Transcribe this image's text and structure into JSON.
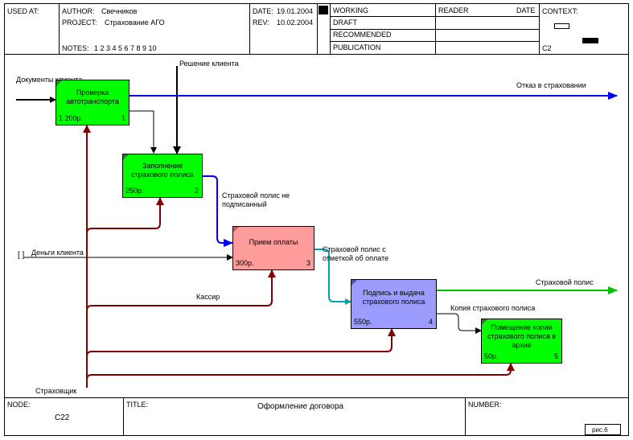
{
  "header": {
    "used_at_label": "USED AT:",
    "author_label": "AUTHOR:",
    "author": "Свечников",
    "project_label": "PROJECT:",
    "project": "Страхование АГО",
    "date_label": "DATE:",
    "date": "19.01.2004",
    "rev_label": "REV:",
    "rev": "10.02.2004",
    "notes_label": "NOTES:",
    "notes": "1  2  3  4  5  6  7  8  9  10",
    "status": [
      "WORKING",
      "DRAFT",
      "RECOMMENDED",
      "PUBLICATION"
    ],
    "reader_label": "READER",
    "reader_date_label": "DATE",
    "context_label": "CONTEXT:",
    "context_node": "C2"
  },
  "footer": {
    "node_label": "NODE:",
    "node": "C22",
    "title_label": "TITLE:",
    "title": "Оформление договора",
    "number_label": "NUMBER:",
    "figure": "рис.6"
  },
  "activities": [
    {
      "name": "Проверка автотранспорта",
      "cost": "1 200р.",
      "num": "1",
      "color": "#00ff00"
    },
    {
      "name": "Заполнение страхового полиса",
      "cost": "250р.",
      "num": "2",
      "color": "#00ff00"
    },
    {
      "name": "Прием оплаты",
      "cost": "300р.",
      "num": "3",
      "color": "#ff9c9c"
    },
    {
      "name": "Подпись и выдача страхового полиса",
      "cost": "550р.",
      "num": "4",
      "color": "#9c9cff"
    },
    {
      "name": "Помещение копии страхового полиса в архив",
      "cost": "50р.",
      "num": "5",
      "color": "#00ff00"
    }
  ],
  "arrows": {
    "input_docs": "Документы клиента",
    "client_decision": "Решение клиента",
    "refusal": "Отказ в страховании",
    "unsigned_policy": "Страховой полис не подписанный",
    "client_money": "Деньги клиента",
    "paid_policy": "Страховой полис с отметкой об оплате",
    "policy": "Страховой полис",
    "policy_copy": "Копия страхового полиса",
    "cashier": "Кассир",
    "insurer": "Страховщик",
    "tunnel_mark": "[ ]"
  }
}
